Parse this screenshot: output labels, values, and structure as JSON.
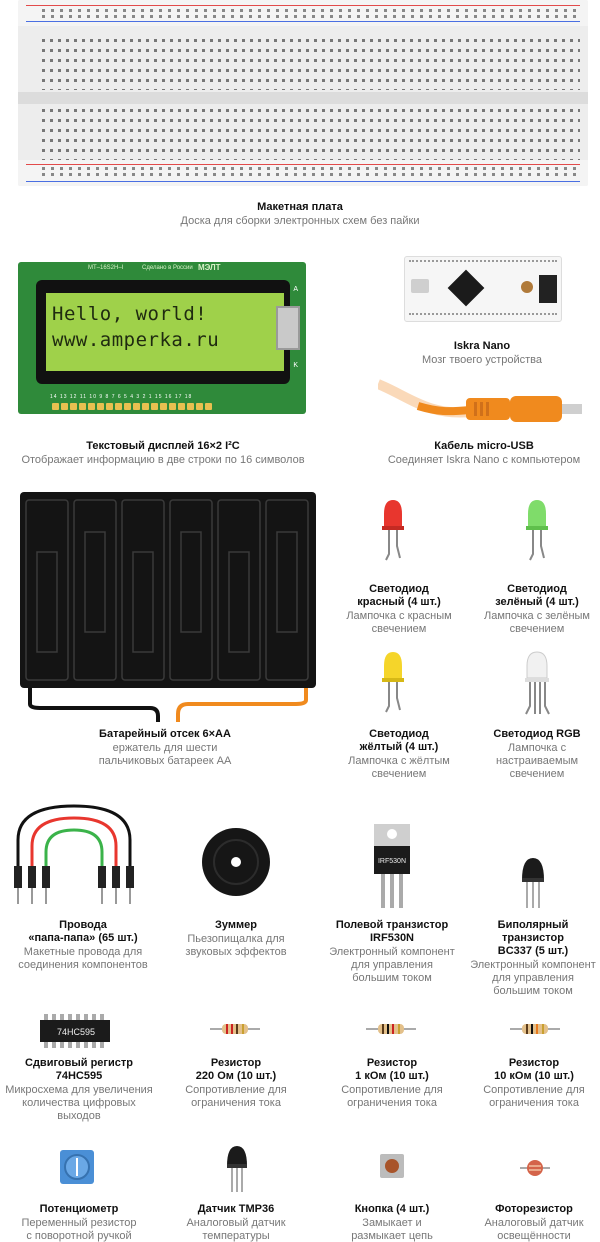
{
  "items": {
    "breadboard": {
      "title": "Макетная плата",
      "desc": "Доска для сборки электронных схем без пайки"
    },
    "lcd": {
      "title": "Текстовый дисплей 16×2 I²C",
      "desc": "Отображает информацию в две строки по 16 символов",
      "line1": "Hello, world!",
      "line2": "www.amperka.ru",
      "model": "МТ–16S2H–I",
      "made": "Сделано в России",
      "brand": "МЭЛТ",
      "pin_a": "A",
      "pin_k": "K",
      "pin_numbers": "14 13 12 11 10 9 8 7 6 5 4 3 2 1 15 16 17 18"
    },
    "nano": {
      "title": "Iskra Nano",
      "desc": "Мозг твоего устройства"
    },
    "cable": {
      "title": "Кабель micro-USB",
      "desc": "Соединяет Iskra Nano с компьютером"
    },
    "battery": {
      "title": "Батарейный отсек 6×AA",
      "desc": "ержатель для шести\nпальчиковых батареек AA"
    },
    "led_red": {
      "title": "Светодиод\nкрасный (4 шт.)",
      "desc": "Лампочка с красным\nсвечением"
    },
    "led_green": {
      "title": "Светодиод\nзелёный (4 шт.)",
      "desc": "Лампочка с зелёным\nсвечением"
    },
    "led_yellow": {
      "title": "Светодиод\nжёлтый (4 шт.)",
      "desc": "Лампочка с жёлтым\nсвечением"
    },
    "led_rgb": {
      "title": "Светодиод RGB",
      "desc": "Лампочка с\nнастраиваемым\nсвечением"
    },
    "wires": {
      "title": "Провода\n«папа-папа» (65 шт.)",
      "desc": "Макетные провода для\nсоединения компонентов"
    },
    "buzzer": {
      "title": "Зуммер",
      "desc": "Пьезопищалка для\nзвуковых эффектов"
    },
    "mosfet": {
      "title": "Полевой транзистор\nIRF530N",
      "desc": "Электронный компонент\nдля управления\nбольшим током",
      "label": "IRF530N"
    },
    "bjt": {
      "title": "Биполярный транзистор\nBC337 (5 шт.)",
      "desc": "Электронный компонент\nдля управления\nбольшим током"
    },
    "shift": {
      "title": "Сдвиговый регистр\n74HC595",
      "desc": "Микросхема для увеличения\nколичества цифровых\nвыходов",
      "label": "74HC595"
    },
    "r220": {
      "title": "Резистор\n220 Ом (10 шт.)",
      "desc": "Сопротивление для\nограничения тока"
    },
    "r1k": {
      "title": "Резистор\n1 кОм (10 шт.)",
      "desc": "Сопротивление для\nограничения тока"
    },
    "r10k": {
      "title": "Резистор\n10 кОм (10 шт.)",
      "desc": "Сопротивление для\nограничения тока"
    },
    "pot": {
      "title": "Потенциометр",
      "desc": "Переменный резистор\nс поворотной ручкой"
    },
    "tmp36": {
      "title": "Датчик TMP36",
      "desc": "Аналоговый датчик\nтемпературы"
    },
    "button": {
      "title": "Кнопка (4 шт.)",
      "desc": "Замыкает и\nразмыкает цепь"
    },
    "photo": {
      "title": "Фоторезистор",
      "desc": "Аналоговый датчик\nосвещённости"
    }
  },
  "colors": {
    "lcd_green": "#2f8a3a",
    "lcd_screen": "#9fd14a",
    "cable_orange": "#f08a1e",
    "rail_red": "#e24a4a",
    "rail_blue": "#4a6fe2"
  }
}
